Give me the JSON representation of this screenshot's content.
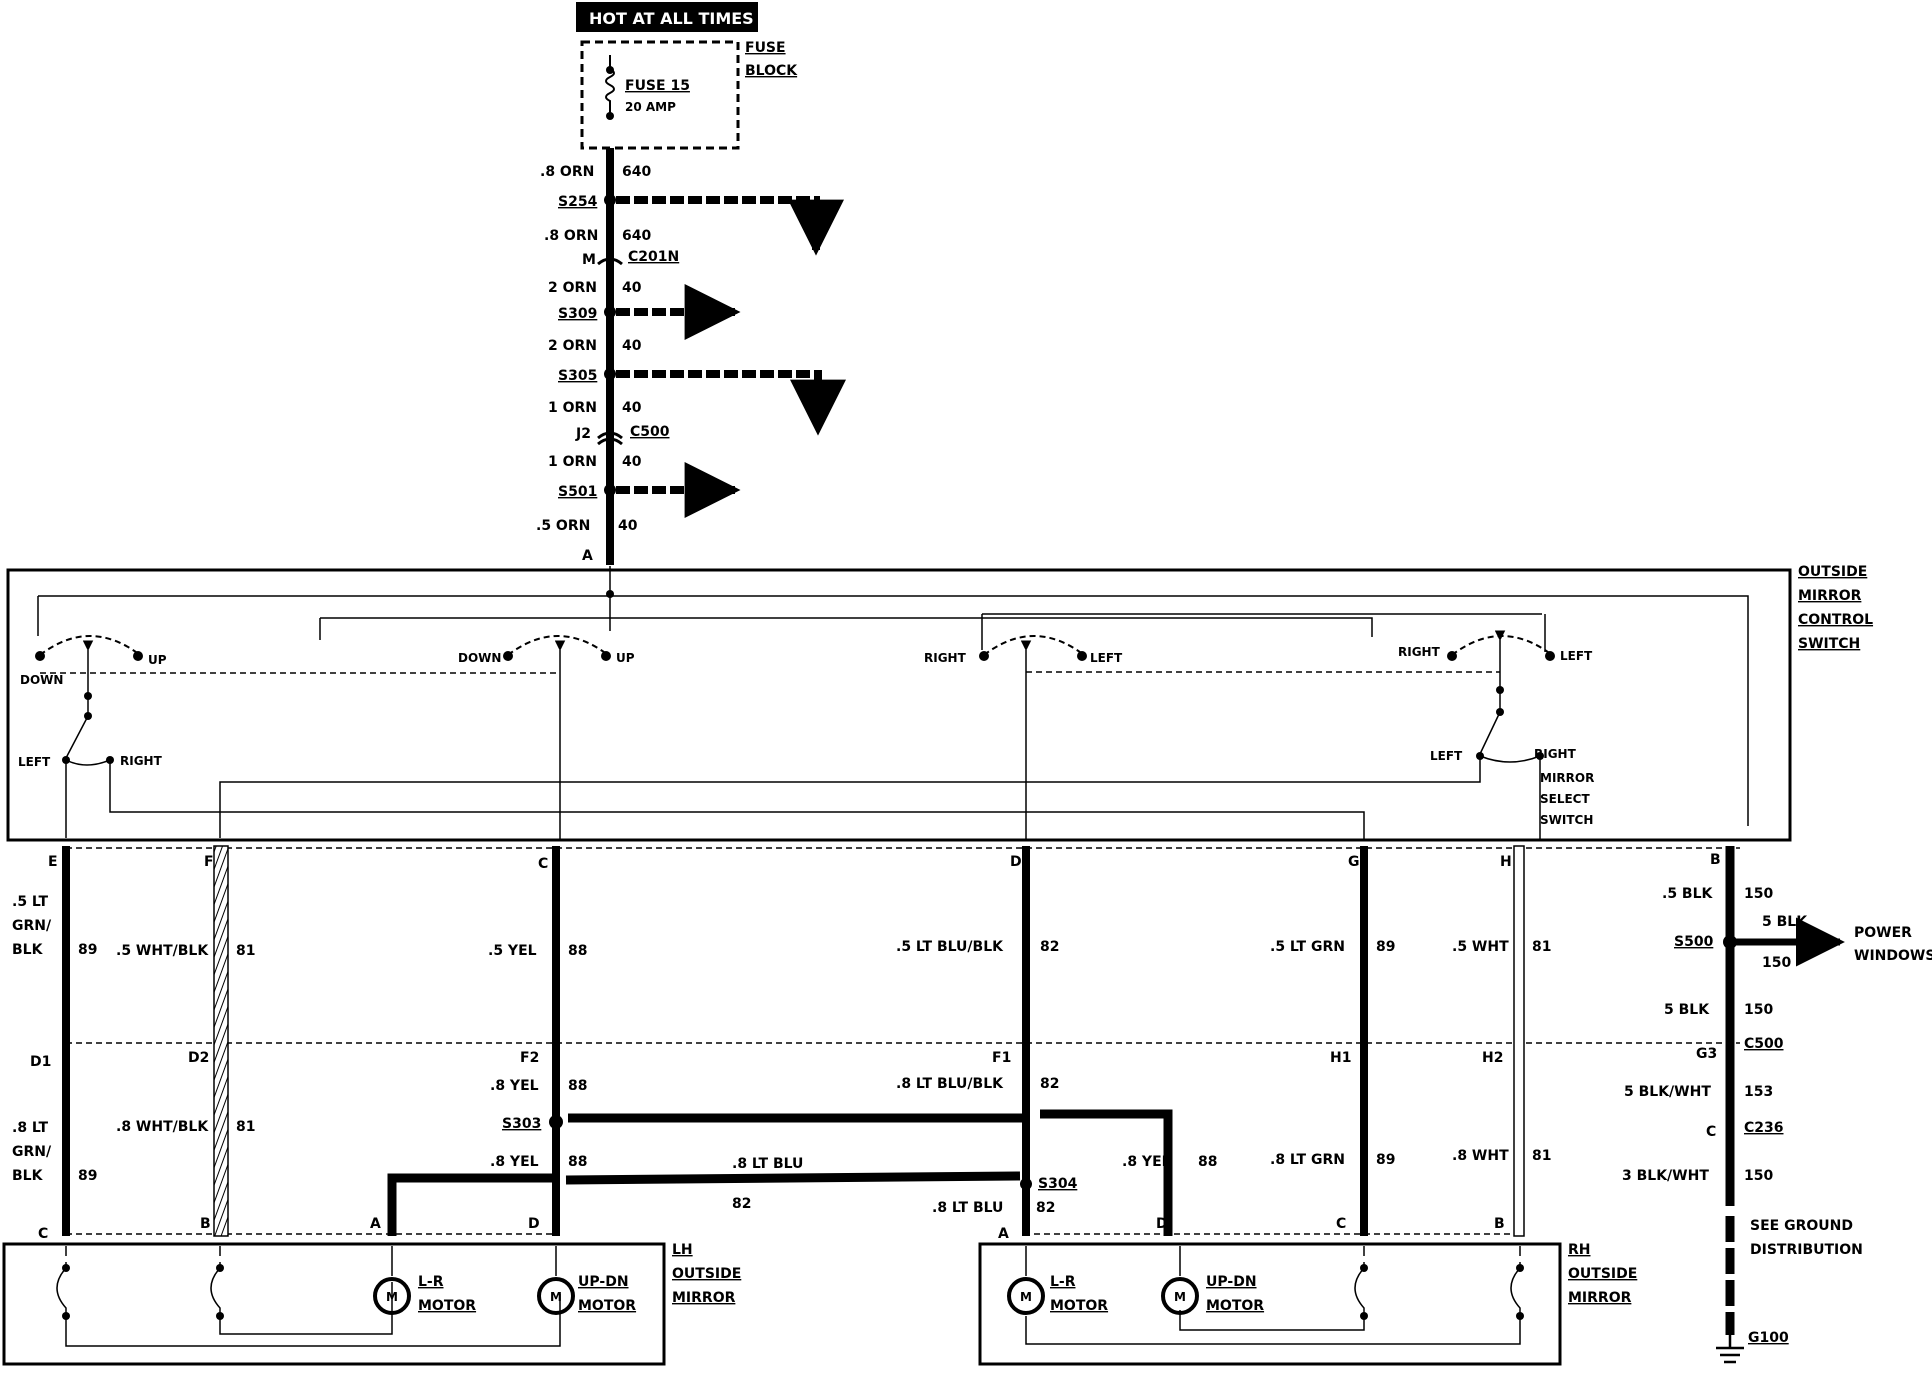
{
  "header": {
    "hot_label": "HOT AT ALL TIMES"
  },
  "fuse": {
    "block_label_1": "FUSE",
    "block_label_2": "BLOCK",
    "name": "FUSE 15",
    "rating": "20 AMP"
  },
  "feed": {
    "w1_gauge": ".8 ORN",
    "w1_circuit": "640",
    "splice1": "S254",
    "w2_gauge": ".8 ORN",
    "w2_circuit": "640",
    "conn1_pin": "M",
    "conn1": "C201N",
    "w3_gauge": "2 ORN",
    "w3_circuit": "40",
    "splice2": "S309",
    "w4_gauge": "2 ORN",
    "w4_circuit": "40",
    "splice3": "S305",
    "w5_gauge": "1 ORN",
    "w5_circuit": "40",
    "conn2_pin": "J2",
    "conn2": "C500",
    "w6_gauge": "1 ORN",
    "w6_circuit": "40",
    "splice4": "S501",
    "w7_gauge": ".5 ORN",
    "w7_circuit": "40",
    "switch_pin": "A"
  },
  "switch": {
    "title": [
      "OUTSIDE",
      "MIRROR",
      "CONTROL",
      "SWITCH"
    ],
    "down": "DOWN",
    "up": "UP",
    "right": "RIGHT",
    "left": "LEFT",
    "select_label": [
      "MIRROR",
      "SELECT",
      "SWITCH"
    ]
  },
  "columns": {
    "E": {
      "pin_top": "E",
      "gauge_top": [
        ".5 LT",
        "GRN/",
        "BLK"
      ],
      "circuit_top": "89",
      "pin_mid": "D1",
      "gauge_bot": [
        ".8 LT",
        "GRN/",
        "BLK"
      ],
      "circuit_bot": "89",
      "pin_bot": "C"
    },
    "F": {
      "pin_top": "F",
      "gauge_top": ".5 WHT/BLK",
      "circuit_top": "81",
      "pin_mid": "D2",
      "gauge_bot": ".8 WHT/BLK",
      "circuit_bot": "81",
      "pin_bot": "B"
    },
    "C": {
      "pin_top": "C",
      "gauge_top": ".5 YEL",
      "circuit_top": "88",
      "pin_mid": "F2",
      "gauge_mid": ".8 YEL",
      "circuit_mid": "88",
      "splice": "S303",
      "gauge_bot": ".8 YEL",
      "circuit_bot": "88",
      "pin_bot": "D",
      "pin_bot_a": "A"
    },
    "D": {
      "pin_top": "D",
      "gauge_top": ".5 LT BLU/BLK",
      "circuit_top": "82",
      "pin_mid": "F1",
      "gauge_mid": ".8 LT BLU/BLK",
      "circuit_mid": "82",
      "cross_gauge": ".8 LT BLU",
      "cross_circuit": "82",
      "splice": "S304",
      "gauge_bot": ".8 LT BLU",
      "circuit_bot": "82",
      "pin_bot": "A"
    },
    "G": {
      "pin_top": "G",
      "gauge_top": ".5 LT GRN",
      "circuit_top": "89",
      "pin_mid": "H1",
      "gauge_bot": ".8 LT GRN",
      "circuit_bot": "89",
      "pin_bot": "C"
    },
    "H": {
      "pin_top": "H",
      "gauge_top": ".5 WHT",
      "circuit_top": "81",
      "pin_mid": "H2",
      "gauge_bot": ".8 WHT",
      "circuit_bot": "81",
      "pin_bot": "B"
    },
    "RHD": {
      "gauge": ".8 YEL",
      "circuit": "88",
      "pin_bot": "D"
    }
  },
  "ground": {
    "pin_top": "B",
    "w1_gauge": ".5 BLK",
    "w1_circuit": "150",
    "splice": "S500",
    "branch_gauge": "5 BLK",
    "branch_circuit": "150",
    "branch_dest": [
      "POWER",
      "WINDOWS"
    ],
    "w2_gauge": "5 BLK",
    "w2_circuit": "150",
    "conn1_pin": "G3",
    "conn1": "C500",
    "w3_gauge": "5 BLK/WHT",
    "w3_circuit": "153",
    "conn2_pin": "C",
    "conn2": "C236",
    "w4_gauge": "3 BLK/WHT",
    "w4_circuit": "150",
    "see": [
      "SEE GROUND",
      "DISTRIBUTION"
    ],
    "ground_id": "G100"
  },
  "mirrors": {
    "lh": {
      "title": [
        "LH",
        "OUTSIDE",
        "MIRROR"
      ],
      "m": "M",
      "lr": [
        "L-R",
        "MOTOR"
      ],
      "ud": [
        "UP-DN",
        "MOTOR"
      ]
    },
    "rh": {
      "title": [
        "RH",
        "OUTSIDE",
        "MIRROR"
      ],
      "m": "M",
      "lr": [
        "L-R",
        "MOTOR"
      ],
      "ud": [
        "UP-DN",
        "MOTOR"
      ]
    }
  }
}
